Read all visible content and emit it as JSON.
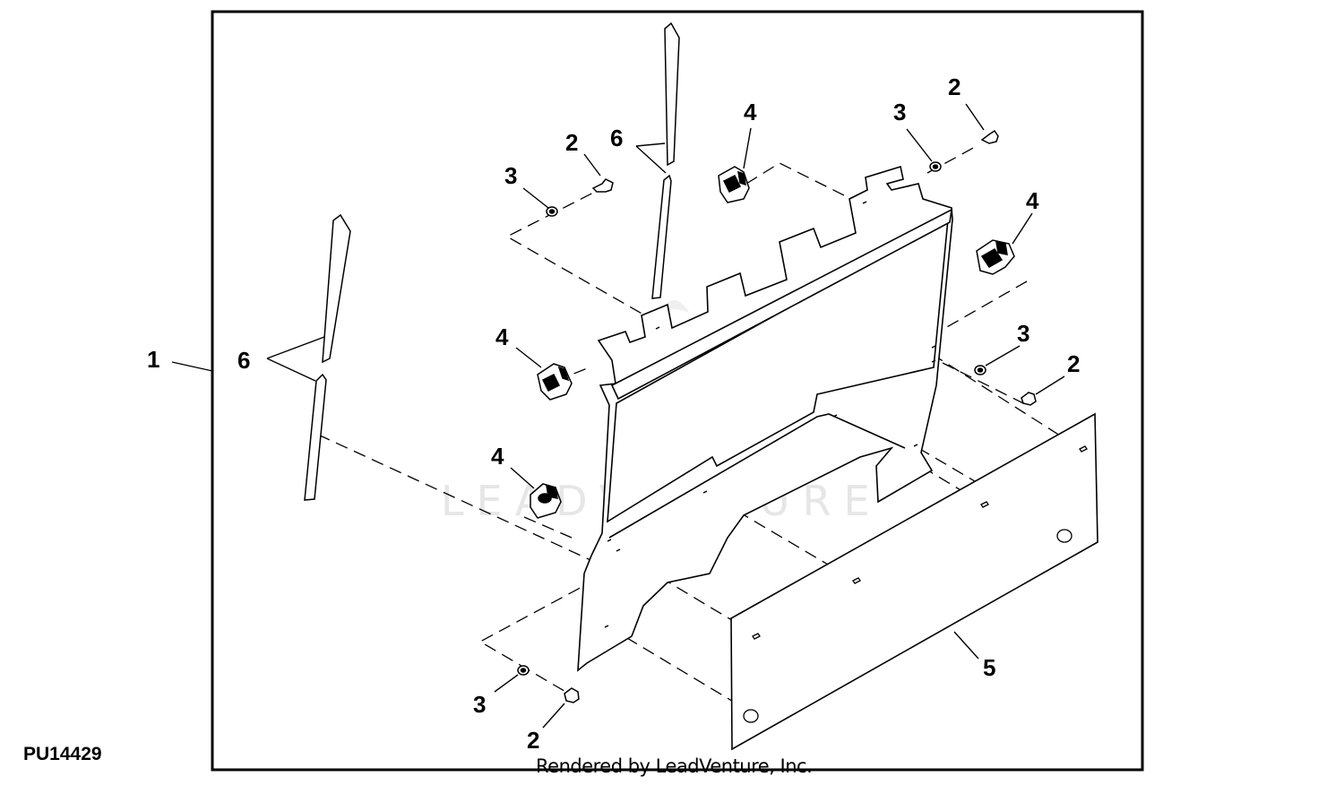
{
  "figure": {
    "id": "PU14429",
    "render_credit": "Rendered by LeadVenture, Inc.",
    "watermark": "LEADVENTURE"
  },
  "callouts": [
    {
      "id": "c1",
      "label": "1"
    },
    {
      "id": "c2a",
      "label": "2"
    },
    {
      "id": "c2b",
      "label": "2"
    },
    {
      "id": "c2c",
      "label": "2"
    },
    {
      "id": "c2d",
      "label": "2"
    },
    {
      "id": "c3a",
      "label": "3"
    },
    {
      "id": "c3b",
      "label": "3"
    },
    {
      "id": "c3c",
      "label": "3"
    },
    {
      "id": "c3d",
      "label": "3"
    },
    {
      "id": "c4a",
      "label": "4"
    },
    {
      "id": "c4b",
      "label": "4"
    },
    {
      "id": "c4c",
      "label": "4"
    },
    {
      "id": "c4d",
      "label": "4"
    },
    {
      "id": "c5",
      "label": "5"
    },
    {
      "id": "c6a",
      "label": "6"
    },
    {
      "id": "c6b",
      "label": "6"
    }
  ]
}
